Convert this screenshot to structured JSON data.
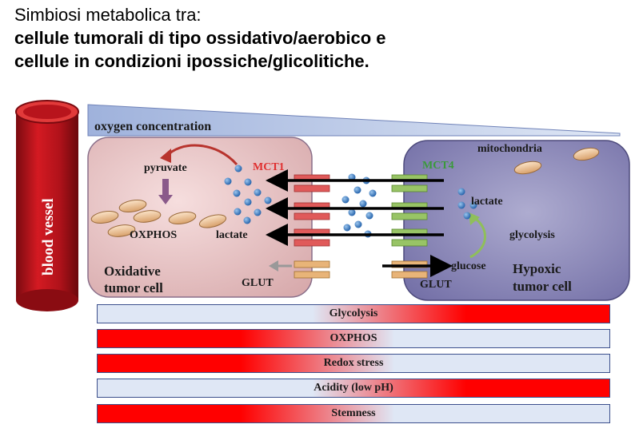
{
  "title": {
    "line1": "Simbiosi metabolica tra:",
    "line2": "cellule tumorali di tipo ossidativo/aerobico e",
    "line3": "cellule in condizioni ipossiche/glicolitiche."
  },
  "diagram": {
    "blood_vessel": "blood vessel",
    "oxygen_concentration": "oxygen concentration",
    "mitochondria": "mitochondria",
    "pyruvate": "pyruvate",
    "mct1": "MCT1",
    "mct4": "MCT4",
    "oxphos": "OXPHOS",
    "lactate_left": "lactate",
    "lactate_right": "lactate",
    "glycolysis": "glycolysis",
    "glucose": "glucose",
    "glut_left": "GLUT",
    "glut_right": "GLUT",
    "oxidative_cell_line1": "Oxidative",
    "oxidative_cell_line2": "tumor cell",
    "hypoxic_cell_line1": "Hypoxic",
    "hypoxic_cell_line2": "tumor cell"
  },
  "bars": [
    {
      "label": "Glycolysis",
      "gradient": "left-to-right",
      "color": "#ff0000"
    },
    {
      "label": "OXPHOS",
      "gradient": "right-to-left",
      "color": "#ff0000"
    },
    {
      "label": "Redox stress",
      "gradient": "right-to-left",
      "color": "#ff0000"
    },
    {
      "label": "Acidity (low pH)",
      "gradient": "left-to-right",
      "color": "#ff0000"
    },
    {
      "label": "Stemness",
      "gradient": "right-to-left",
      "color": "#ff0000"
    }
  ],
  "colors": {
    "vessel_red": "#c0141c",
    "oxidative_cell": "#e8c4c4",
    "hypoxic_cell": "#8c89b8",
    "oxygen_wedge": "#b9c8e6",
    "mct1_red": "#e05050",
    "mct4_green": "#8fbf5a",
    "lactate_dot": "#2f6fb8"
  }
}
